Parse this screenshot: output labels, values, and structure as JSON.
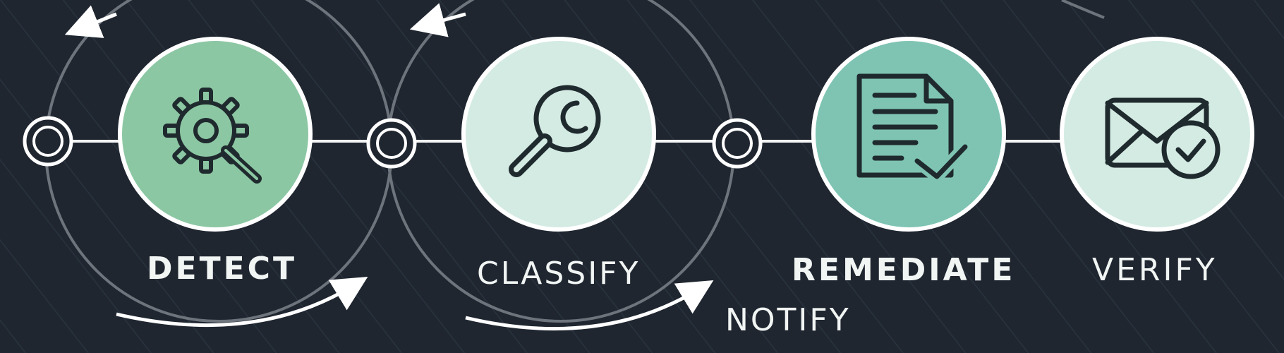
{
  "colors": {
    "background": "#1f2630",
    "texture_line": "#2a3440",
    "ring": "#6e747c",
    "connector": "#f2f4f4",
    "circle_border": "#ffffff",
    "detect_fill": "#8cc7a3",
    "classify_fill": "#d4ebe3",
    "remediate_fill": "#7fc4b3",
    "verify_fill": "#d4ebe3",
    "icon_stroke": "#1f2a2e",
    "label": "#f1f5f3"
  },
  "steps": [
    {
      "id": "detect",
      "label": "DETECT",
      "icon": "gear-magnifier-icon"
    },
    {
      "id": "classify",
      "label": "CLASSIFY",
      "icon": "magnifier-icon"
    },
    {
      "id": "remediate",
      "label": "REMEDIATE",
      "icon": "document-check-icon"
    },
    {
      "id": "verify",
      "label": "VERIFY",
      "icon": "envelope-check-icon"
    }
  ],
  "extra_label": "NOTIFY"
}
